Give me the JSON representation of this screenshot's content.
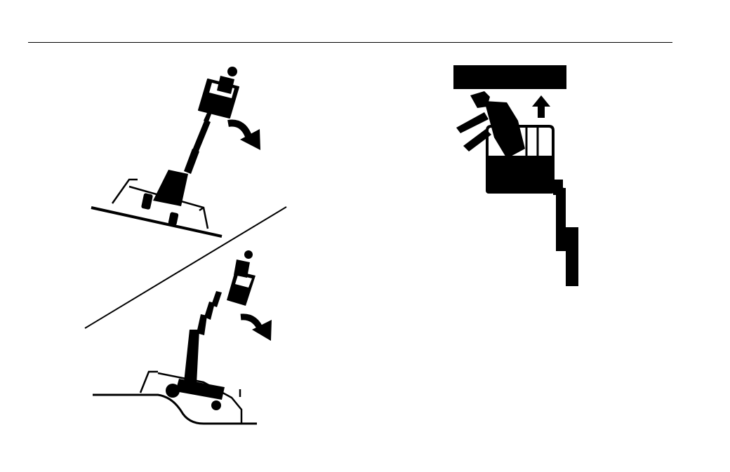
{
  "page": {
    "background": "#ffffff",
    "ink_color": "#000000"
  },
  "illustrations": [
    {
      "id": "tip-over-on-slope",
      "icon": "boom-lift-tipping-slope-icon"
    },
    {
      "id": "tip-over-on-curb",
      "icon": "boom-lift-tipping-curb-icon"
    },
    {
      "id": "crush-hazard-overhead",
      "icon": "operator-crush-overhead-icon"
    }
  ]
}
